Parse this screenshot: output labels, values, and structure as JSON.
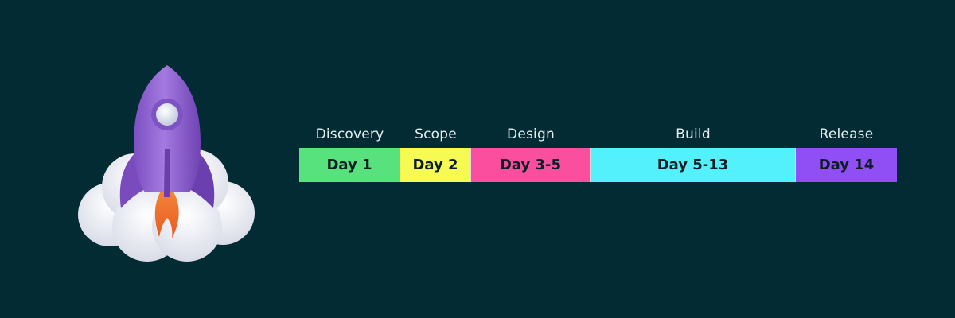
{
  "colors": {
    "background": "#022b33",
    "rocket_body": "#9b6fd8",
    "cloud": "#f2f3f7",
    "flame": "#f27a35"
  },
  "icons": {
    "illustration": "rocket-launch-icon"
  },
  "phases": [
    {
      "name": "Discovery",
      "days": "Day 1",
      "color": "#58e27e"
    },
    {
      "name": "Scope",
      "days": "Day 2",
      "color": "#f5fb52"
    },
    {
      "name": "Design",
      "days": "Day 3-5",
      "color": "#fa4f9e"
    },
    {
      "name": "Build",
      "days": "Day 5-13",
      "color": "#52f1fb"
    },
    {
      "name": "Release",
      "days": "Day 14",
      "color": "#8f4ff4"
    }
  ]
}
